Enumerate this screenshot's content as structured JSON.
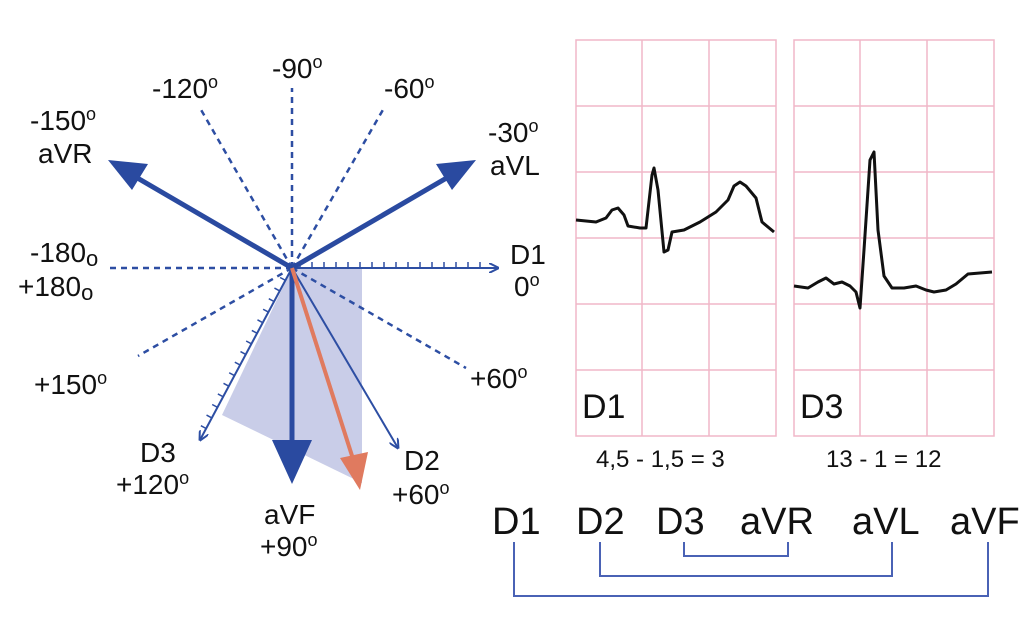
{
  "colors": {
    "axis": "#2d4ea3",
    "heavy": "#2a4aa0",
    "result": "#e07a5f",
    "shade": "#c9cde8",
    "grid": "#f0b7c8",
    "trace": "#111111",
    "connector": "#4a62b5"
  },
  "angle_labels": {
    "m90": "-90",
    "m120": "-120",
    "m60": "-60",
    "m150": "-150",
    "avr": "aVR",
    "m30": "-30",
    "avl": "aVL",
    "m180": "-180",
    "p180": "+180",
    "d1": "D1",
    "zero": "0",
    "p150": "+150",
    "p60": "+60",
    "d3": "D3",
    "p120": "+120",
    "avf": "aVF",
    "p90": "+90",
    "d2": "D2",
    "p60b": "+60",
    "deg_sup": "o",
    "deg_sub": "o"
  },
  "panels": {
    "left": {
      "lead": "D1",
      "equation": "4,5 - 1,5 = 3"
    },
    "right": {
      "lead": "D3",
      "equation": "13 - 1 = 12"
    }
  },
  "lead_row": [
    "D1",
    "D2",
    "D3",
    "aVR",
    "aVL",
    "aVF"
  ]
}
